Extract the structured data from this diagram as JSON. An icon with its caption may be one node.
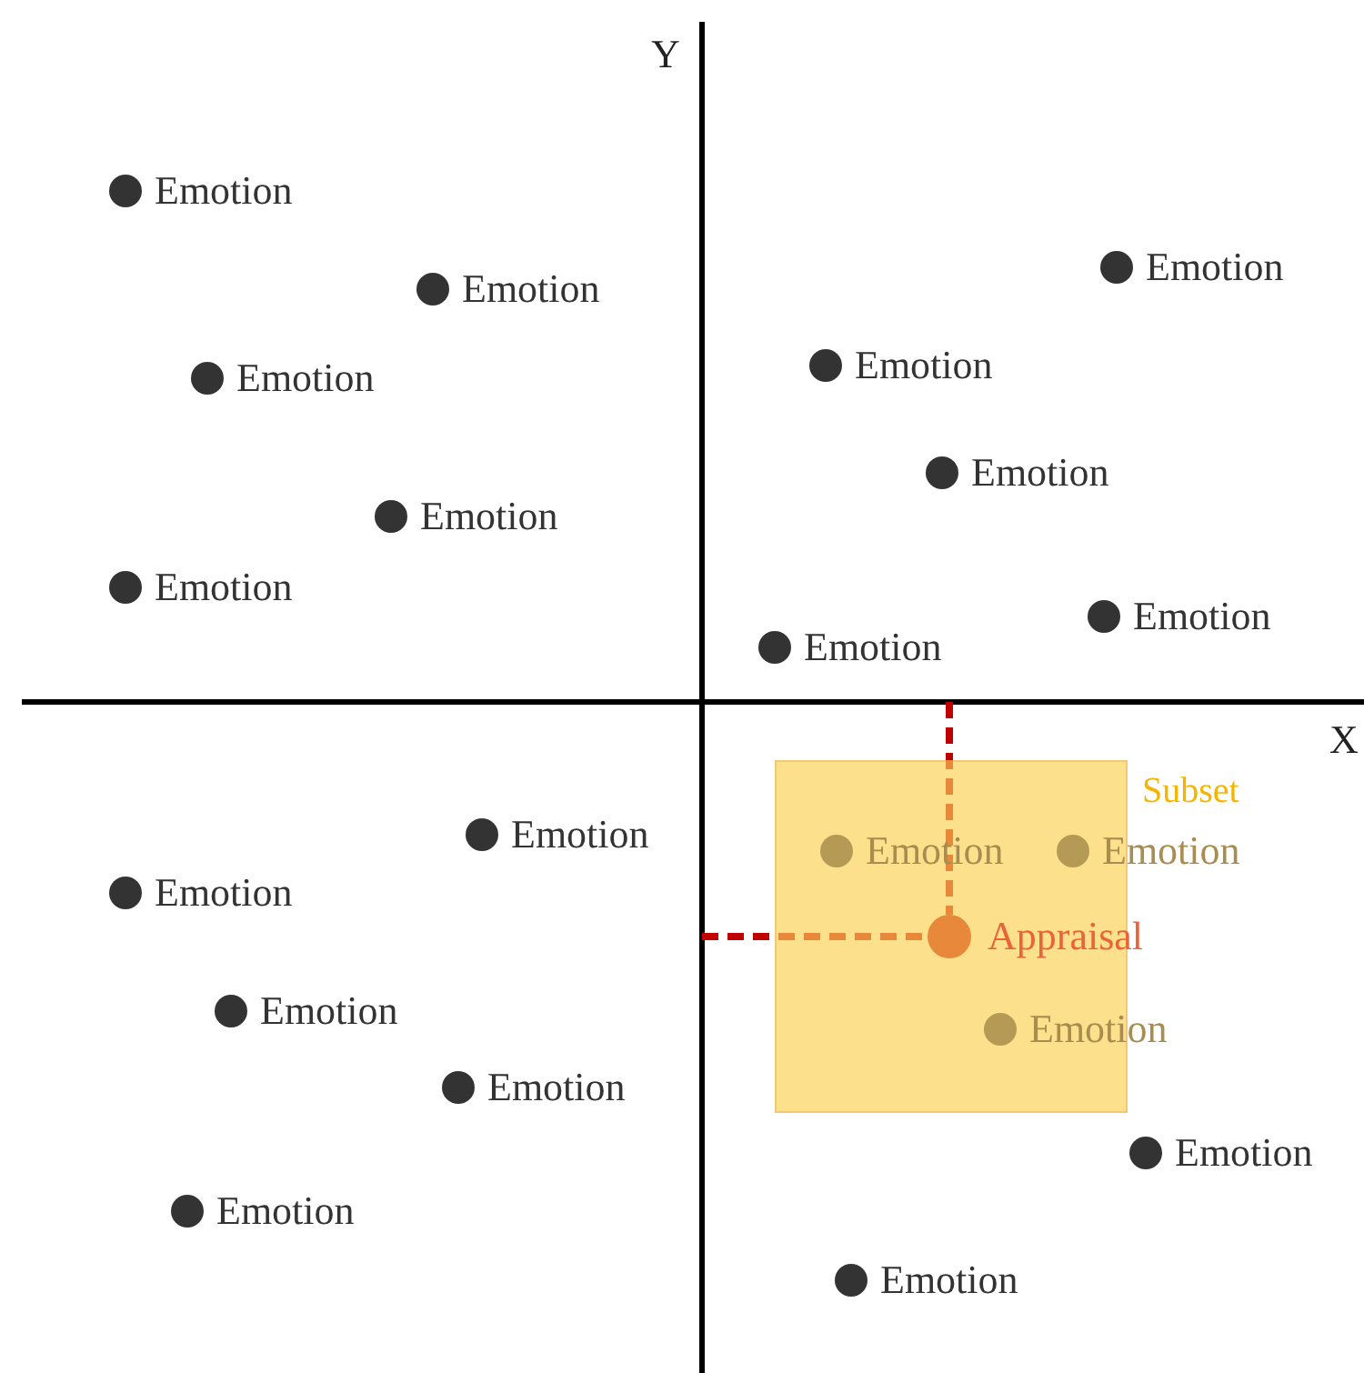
{
  "diagram": {
    "nodes": [
      {
        "text": [
          "Subset"
        ]
      }
    ],
    "labels": [
      "Y",
      "Emotion",
      "Emotion",
      "Emotion",
      "Emotion",
      "Emotion",
      "Emotion",
      "Emotion",
      "Emotion",
      "Emotion",
      "Emotion",
      "X",
      "Emotion",
      "Emotion",
      "Emotion",
      "Emotion",
      "Appraisal",
      "Emotion",
      "Emotion",
      "Emotion",
      "Emotion",
      "Emotion",
      "Emotion"
    ]
  }
}
